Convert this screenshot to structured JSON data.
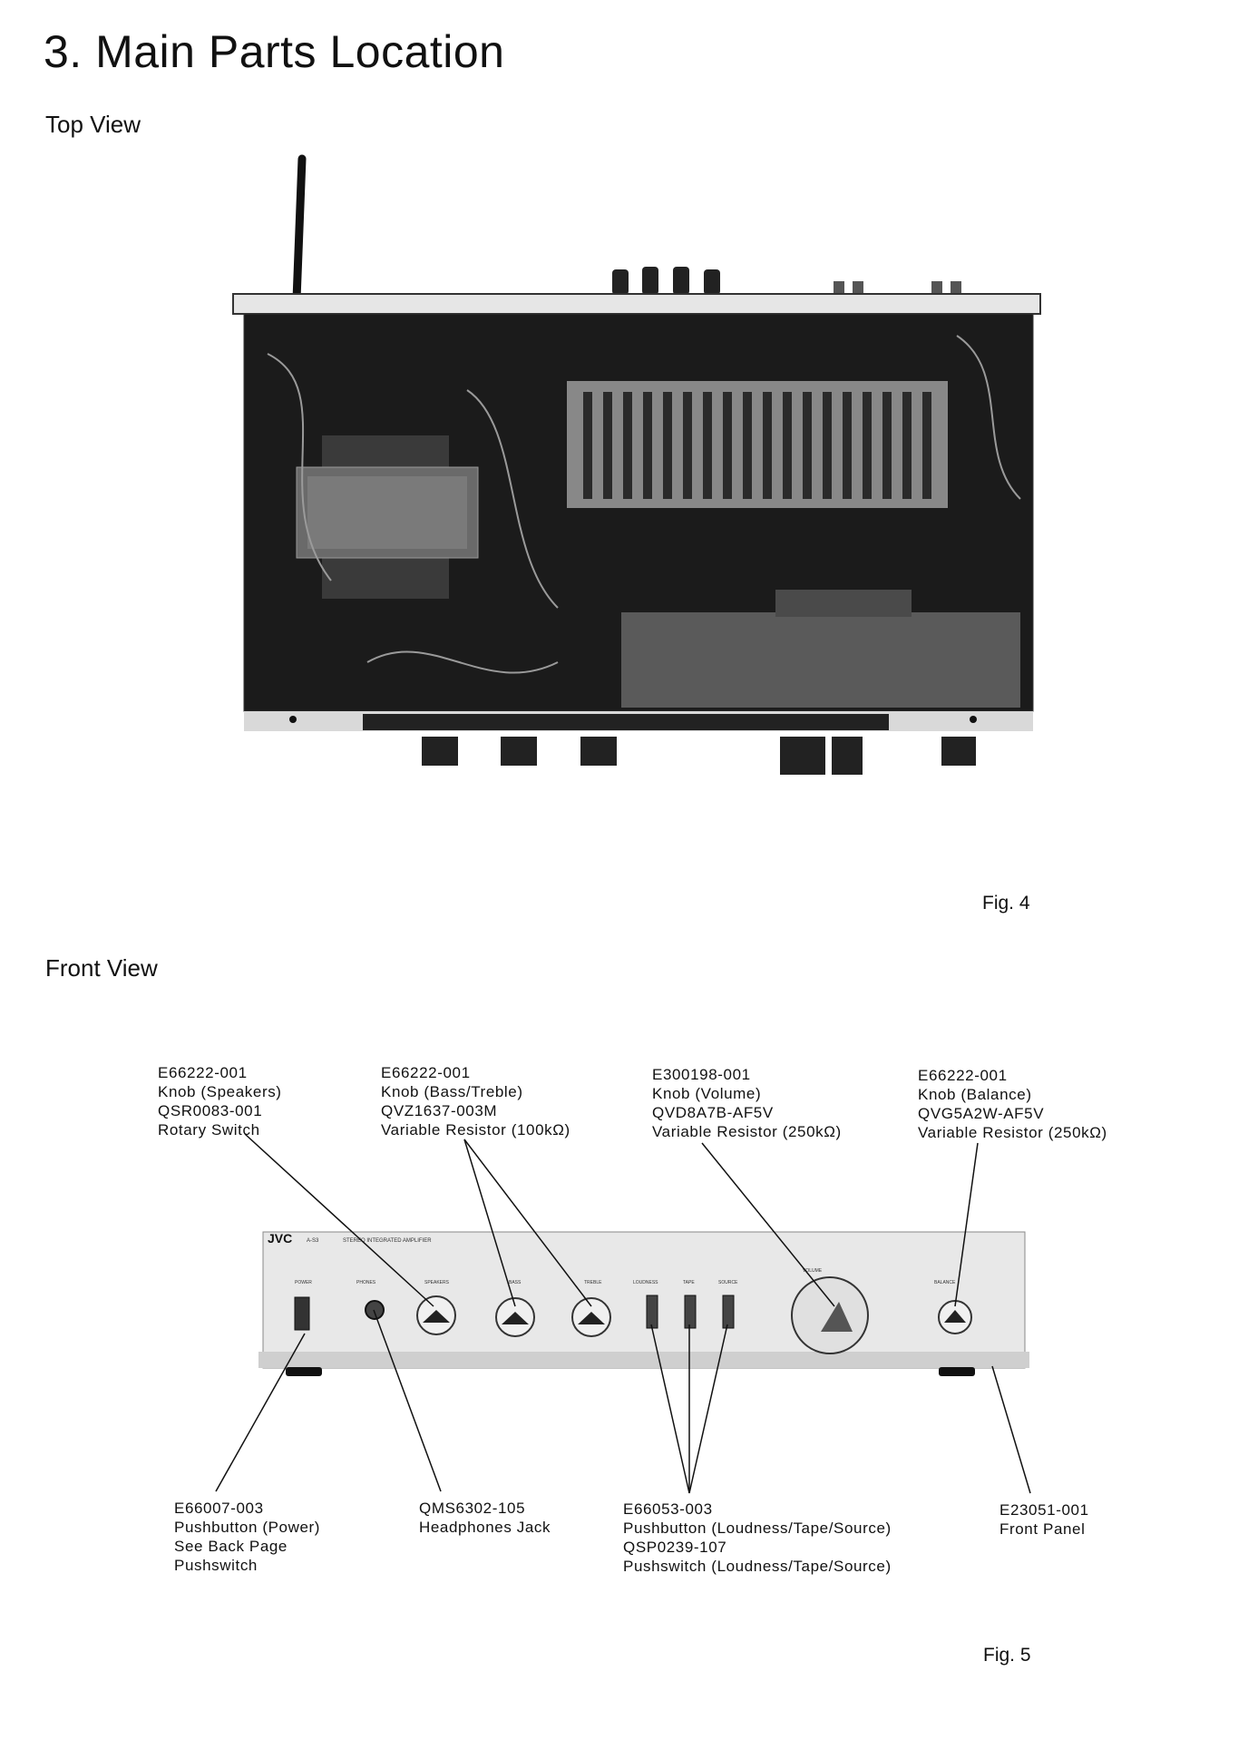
{
  "page": {
    "title": "3. Main Parts Location",
    "top_view_heading": "Top View",
    "front_view_heading": "Front View",
    "fig4": "Fig. 4",
    "fig5": "Fig. 5"
  },
  "front_panel_printing": {
    "brand": "JVC",
    "model": "A-S3",
    "product": "STEREO INTEGRATED AMPLIFIER",
    "power": "POWER",
    "phones": "PHONES",
    "speakers": "SPEAKERS",
    "bass": "BASS",
    "treble": "TREBLE",
    "loudness": "LOUDNESS",
    "tape": "TAPE",
    "source": "SOURCE",
    "volume": "VOLUME",
    "balance": "BALANCE"
  },
  "callouts_top": [
    {
      "lines": [
        "E66222-001",
        "Knob (Speakers)",
        "QSR0083-001",
        "Rotary Switch"
      ]
    },
    {
      "lines": [
        "E66222-001",
        "Knob (Bass/Treble)",
        "QVZ1637-003M",
        "Variable Resistor (100kΩ)"
      ]
    },
    {
      "lines": [
        "E300198-001",
        "Knob (Volume)",
        "QVD8A7B-AF5V",
        "Variable Resistor (250kΩ)"
      ]
    },
    {
      "lines": [
        "E66222-001",
        "Knob (Balance)",
        "QVG5A2W-AF5V",
        "Variable Resistor (250kΩ)"
      ]
    }
  ],
  "callouts_bottom": [
    {
      "lines": [
        "E66007-003",
        "Pushbutton (Power)",
        "See Back Page",
        "Pushswitch"
      ]
    },
    {
      "lines": [
        "QMS6302-105",
        "Headphones Jack"
      ]
    },
    {
      "lines": [
        "E66053-003",
        "Pushbutton (Loudness/Tape/Source)",
        "QSP0239-107",
        "Pushswitch (Loudness/Tape/Source)"
      ]
    },
    {
      "lines": [
        "E23051-001",
        "Front Panel"
      ]
    }
  ],
  "colors": {
    "ink": "#111111",
    "paper": "#ffffff",
    "photo_dark": "#1b1b1b",
    "chassis": "#d9d9d9"
  }
}
